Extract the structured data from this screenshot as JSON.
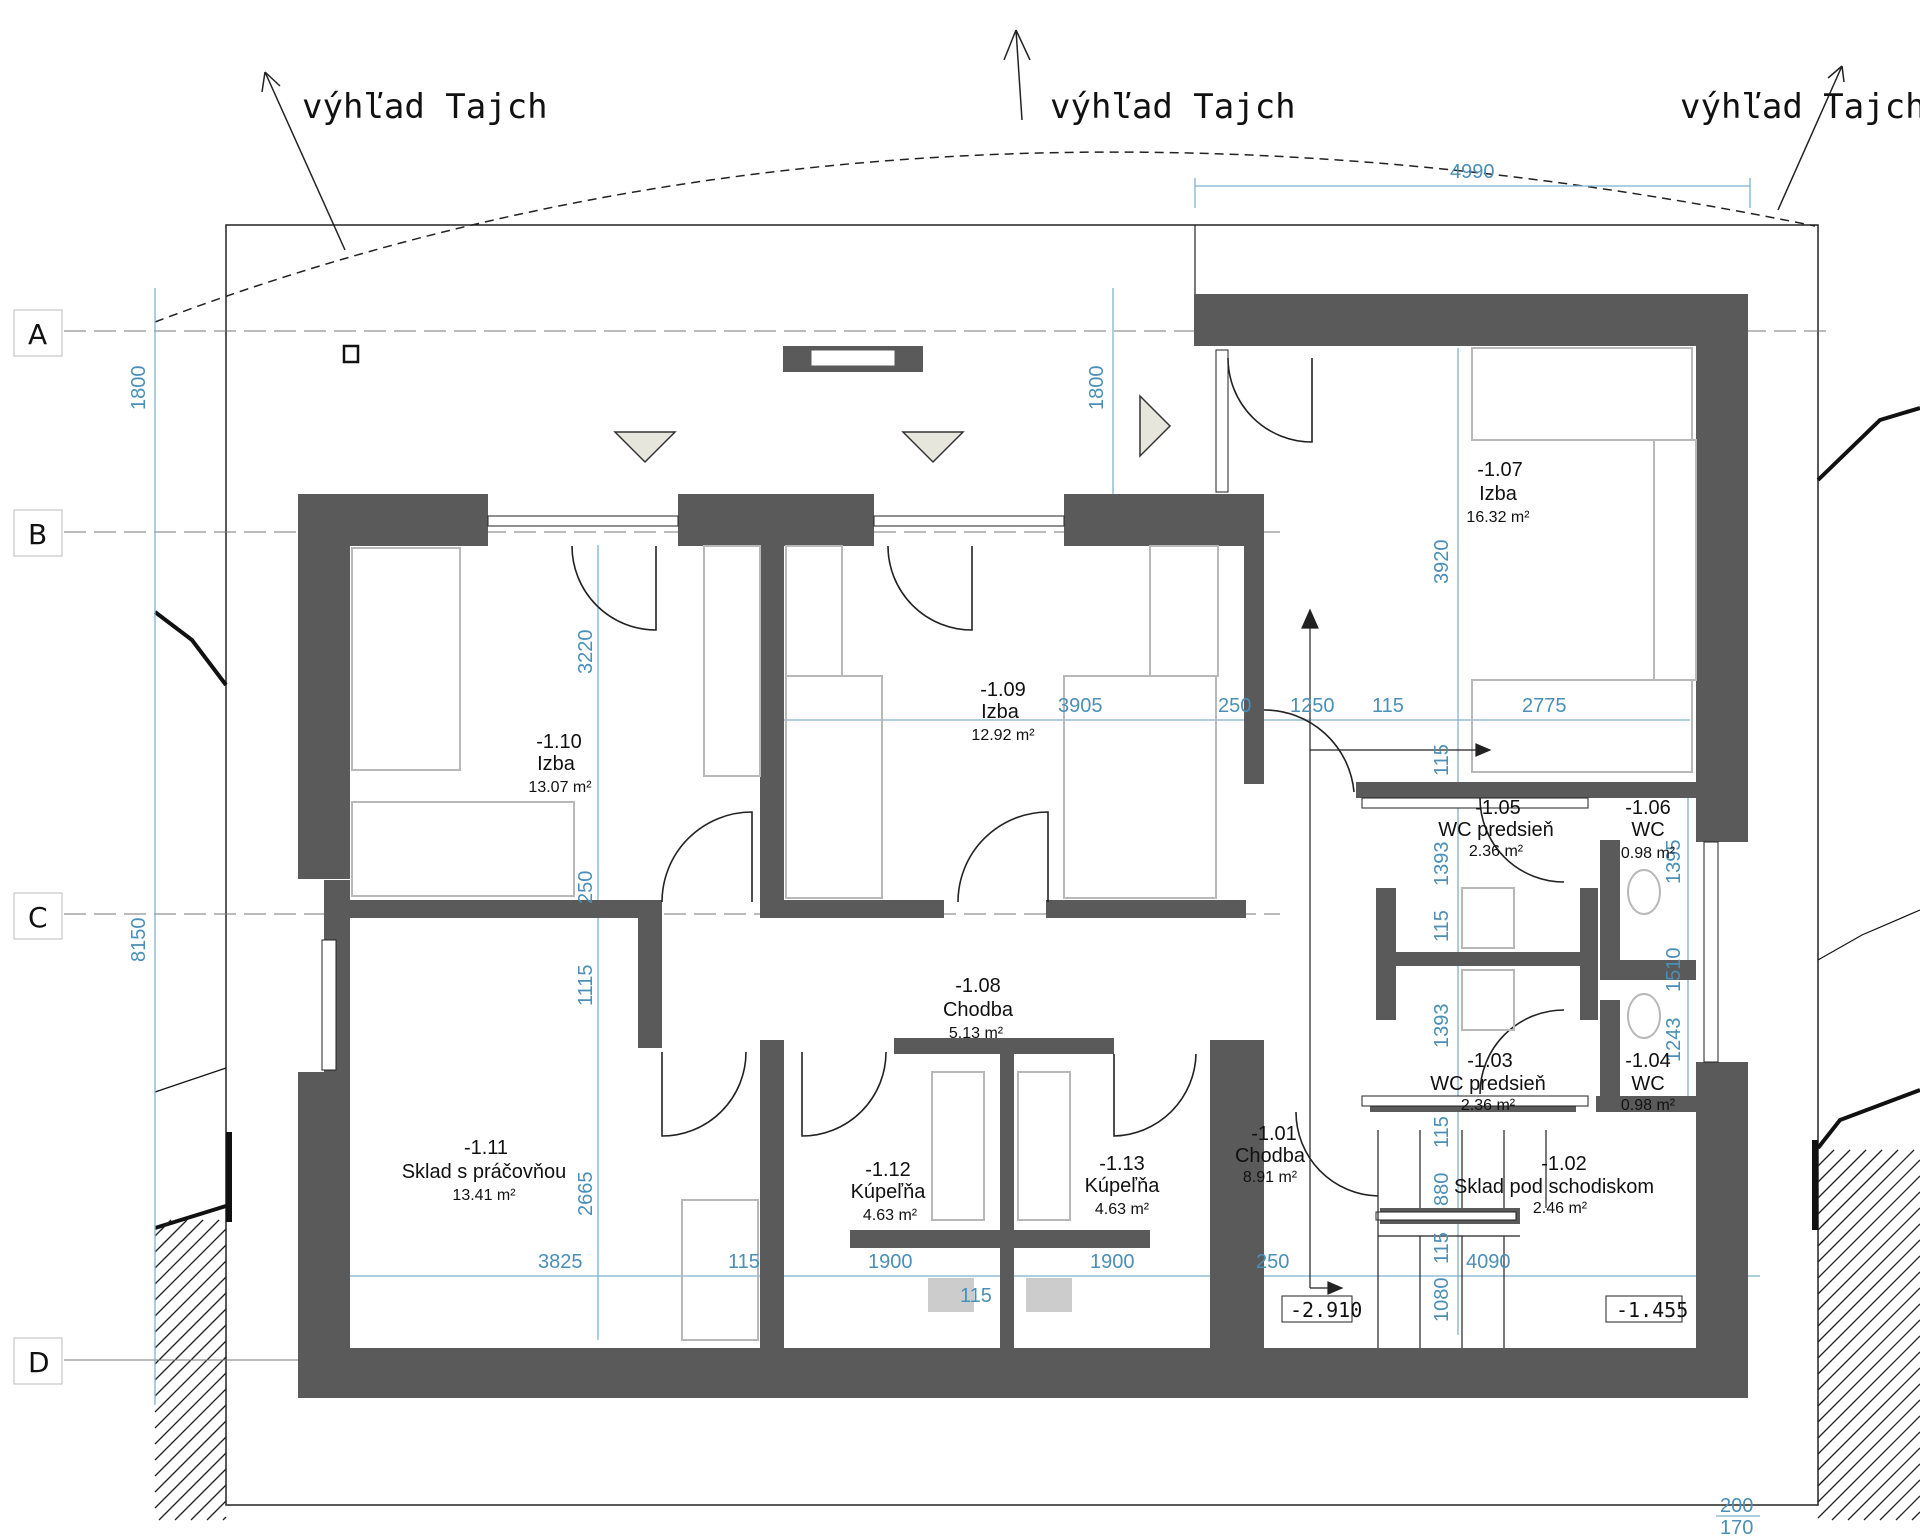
{
  "view_labels": [
    "výhľad Tajch",
    "výhľad Tajch",
    "výhľad Tajch"
  ],
  "grid_axes": [
    "A",
    "B",
    "C",
    "D"
  ],
  "rooms": [
    {
      "number": "-1.01",
      "name": "Chodba",
      "area": "8.91 m²"
    },
    {
      "number": "-1.02",
      "name": "Sklad pod schodiskom",
      "area": "2.46 m²"
    },
    {
      "number": "-1.03",
      "name": "WC predsieň",
      "area": "2.36 m²"
    },
    {
      "number": "-1.04",
      "name": "WC",
      "area": "0.98 m²"
    },
    {
      "number": "-1.05",
      "name": "WC predsieň",
      "area": "2.36 m²"
    },
    {
      "number": "-1.06",
      "name": "WC",
      "area": "0.98 m²"
    },
    {
      "number": "-1.07",
      "name": "Izba",
      "area": "16.32 m²"
    },
    {
      "number": "-1.08",
      "name": "Chodba",
      "area": "5.13 m²"
    },
    {
      "number": "-1.09",
      "name": "Izba",
      "area": "12.92 m²"
    },
    {
      "number": "-1.10",
      "name": "Izba",
      "area": "13.07 m²"
    },
    {
      "number": "-1.11",
      "name": "Sklad s práčovňou",
      "area": "13.41 m²"
    },
    {
      "number": "-1.12",
      "name": "Kúpeľňa",
      "area": "4.63 m²"
    },
    {
      "number": "-1.13",
      "name": "Kúpeľňa",
      "area": "4.63 m²"
    }
  ],
  "dimensions": {
    "top_width": "4990",
    "left_1800": "1800",
    "left_8150": "8150",
    "mid_1800": "1800",
    "d_3220": "3220",
    "d_250a": "250",
    "d_1115": "1115",
    "d_2665": "2665",
    "d_3905": "3905",
    "d_250b": "250",
    "d_1250": "1250",
    "d_115a": "115",
    "d_2775": "2775",
    "d_3920": "3920",
    "d_115b": "115",
    "d_1393a": "1393",
    "d_115c": "115",
    "d_1393b": "1393",
    "d_115d": "115",
    "d_880": "880",
    "d_115e": "115",
    "d_1080": "1080",
    "d_3825": "3825",
    "d_115f": "115",
    "d_1900a": "1900",
    "d_1900b": "1900",
    "d_250c": "250",
    "d_4090": "4090",
    "d_115g": "115",
    "d_1395": "1395",
    "d_1510": "1510",
    "d_1243": "1243",
    "d_200": "200",
    "d_170": "170"
  },
  "levels": [
    "-2.910",
    "-1.455"
  ]
}
